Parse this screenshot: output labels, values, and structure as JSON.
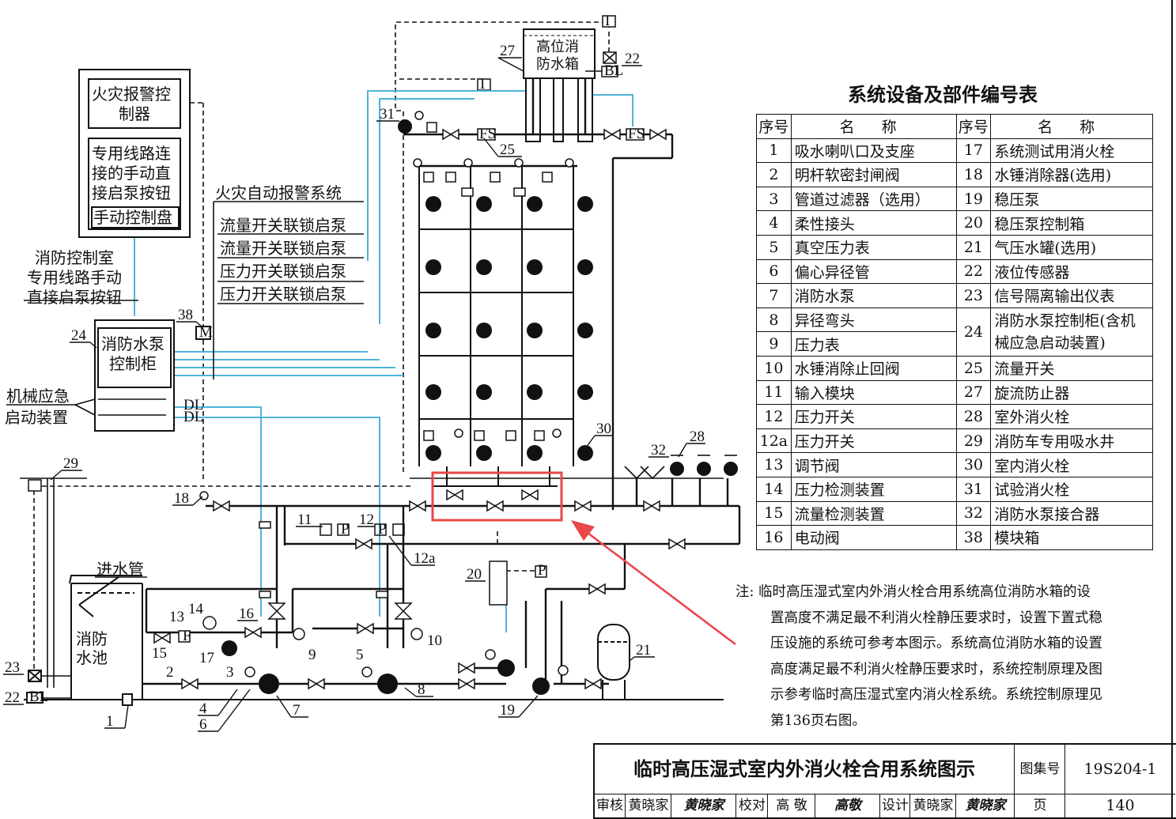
{
  "diagram": {
    "tank_label": "高位消防水箱",
    "alarm_box": [
      "火灾报警控",
      "制器"
    ],
    "manual_box": [
      "专用线路连",
      "接的手动直",
      "接启泵按钮"
    ],
    "manual_panel": "手动控制盘",
    "fire_auto_alarm": "火灾自动报警系统",
    "link_lines": [
      "流量开关联锁启泵",
      "流量开关联锁启泵",
      "压力开关联锁启泵",
      "压力开关联锁启泵"
    ],
    "control_room": [
      "消防控制室",
      "专用线路手动",
      "直接启泵按钮"
    ],
    "pump_cabinet": [
      "消防水泵",
      "控制柜"
    ],
    "mech_start": [
      "机械应急",
      "启动装置"
    ],
    "inlet_pipe": "进水管",
    "pool": [
      "消防",
      "水池"
    ],
    "dl": [
      "DL",
      "DL"
    ],
    "m": "M",
    "bl": "BL",
    "fs": "FS",
    "p": "P",
    "i": "I",
    "numbers": [
      "27",
      "22",
      "31",
      "25",
      "30",
      "28",
      "32",
      "38",
      "24",
      "29",
      "18",
      "11",
      "12",
      "12a",
      "20",
      "14",
      "13",
      "15",
      "16",
      "17",
      "5",
      "9",
      "10",
      "2",
      "3",
      "4",
      "6",
      "7",
      "8",
      "19",
      "21",
      "23",
      "22",
      "1"
    ]
  },
  "table": {
    "title": "系统设备及部件编号表",
    "headers": [
      "序号",
      "名 称",
      "序号",
      "名 称"
    ],
    "left": [
      {
        "no": "1",
        "name": "吸水喇叭口及支座"
      },
      {
        "no": "2",
        "name": "明杆软密封闸阀"
      },
      {
        "no": "3",
        "name": "管道过滤器（选用）"
      },
      {
        "no": "4",
        "name": "柔性接头"
      },
      {
        "no": "5",
        "name": "真空压力表"
      },
      {
        "no": "6",
        "name": "偏心异径管"
      },
      {
        "no": "7",
        "name": "消防水泵"
      },
      {
        "no": "8",
        "name": "异径弯头"
      },
      {
        "no": "9",
        "name": "压力表"
      },
      {
        "no": "10",
        "name": "水锤消除止回阀"
      },
      {
        "no": "11",
        "name": "输入模块"
      },
      {
        "no": "12",
        "name": "压力开关"
      },
      {
        "no": "12a",
        "name": "压力开关"
      },
      {
        "no": "13",
        "name": "调节阀"
      },
      {
        "no": "14",
        "name": "压力检测装置"
      },
      {
        "no": "15",
        "name": "流量检测装置"
      },
      {
        "no": "16",
        "name": "电动阀"
      }
    ],
    "right": [
      {
        "no": "17",
        "name": "系统测试用消火栓"
      },
      {
        "no": "18",
        "name": "水锤消除器(选用)"
      },
      {
        "no": "19",
        "name": "稳压泵"
      },
      {
        "no": "20",
        "name": "稳压泵控制箱"
      },
      {
        "no": "21",
        "name": "气压水罐(选用)"
      },
      {
        "no": "22",
        "name": "液位传感器"
      },
      {
        "no": "23",
        "name": "信号隔离输出仪表"
      },
      {
        "no": "24",
        "name": "消防水泵控制柜(含机械应急启动装置)"
      },
      {
        "no": "25",
        "name": "流量开关"
      },
      {
        "no": "27",
        "name": "旋流防止器"
      },
      {
        "no": "28",
        "name": "室外消火栓"
      },
      {
        "no": "29",
        "name": "消防车专用吸水井"
      },
      {
        "no": "30",
        "name": "室内消火栓"
      },
      {
        "no": "31",
        "name": "试验消火栓"
      },
      {
        "no": "32",
        "name": "消防水泵接合器"
      },
      {
        "no": "38",
        "name": "模块箱"
      }
    ]
  },
  "note": {
    "prefix": "注:",
    "lines": [
      "临时高压湿式室内外消火栓合用系统高位消防水箱的设",
      "置高度不满足最不利消火栓静压要求时，设置下置式稳",
      "压设施的系统可参考本图示。系统高位消防水箱的设置",
      "高度满足最不利消火栓静压要求时，系统控制原理及图",
      "示参考临时高压湿式室内消火栓系统。系统控制原理见",
      "第136页右图。"
    ]
  },
  "title_block": {
    "title": "临时高压湿式室内外消火栓合用系统图示",
    "atlas_label": "图集号",
    "atlas_no": "19S204-1",
    "review_label": "审核",
    "reviewer": "黄晓家",
    "check_label": "校对",
    "checker": "高 敬",
    "design_label": "设计",
    "designer": "黄晓家",
    "page_label": "页",
    "page_no": "140",
    "sig_review": "黄晓家",
    "sig_check": "高敬",
    "sig_design": "黄晓家"
  },
  "colors": {
    "signal": "#4fb3d9",
    "highlight": "#e84848",
    "line": "#111111"
  }
}
